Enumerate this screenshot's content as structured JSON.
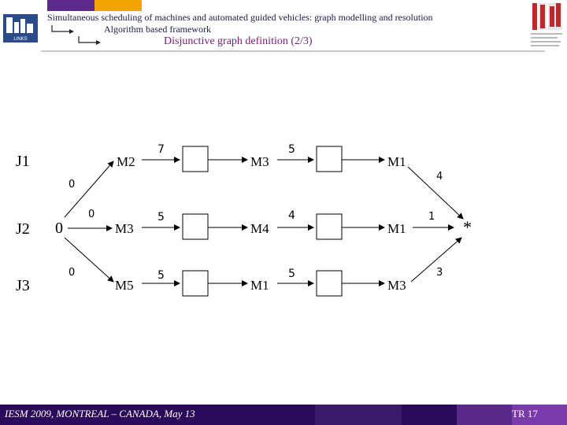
{
  "header": {
    "title": "Simultaneous scheduling of machines and automated guided vehicles: graph modelling and resolution",
    "subtitle": "Algorithm based framework",
    "slide_title": "Disjunctive graph definition  (2/3)",
    "logo_left_text": "LINKS",
    "topbar_colors": [
      "#5b2a8a",
      "#f0a500",
      "#ffffff"
    ]
  },
  "graph": {
    "jobs": [
      {
        "label": "J1"
      },
      {
        "label": "J2"
      },
      {
        "label": "J3"
      }
    ],
    "source_label": "0",
    "sink_label": "*",
    "rows": [
      {
        "machines": [
          "M2",
          "M3",
          "M1"
        ],
        "weights": [
          "7",
          "5"
        ],
        "to_sink": "4",
        "from_source": "0"
      },
      {
        "machines": [
          "M3",
          "M4",
          "M1"
        ],
        "weights": [
          "5",
          "4"
        ],
        "to_sink": "1",
        "from_source": "0"
      },
      {
        "machines": [
          "M5",
          "M1",
          "M3"
        ],
        "weights": [
          "5",
          "5"
        ],
        "to_sink": "3",
        "from_source": "0"
      }
    ]
  },
  "footer": {
    "text": "IESM 2009, MONTREAL – CANADA, May 13",
    "page": "TR 17",
    "colors": [
      "#2a0a5a",
      "#3a1a6a",
      "#5a2a8a",
      "#7a3aaa"
    ]
  }
}
